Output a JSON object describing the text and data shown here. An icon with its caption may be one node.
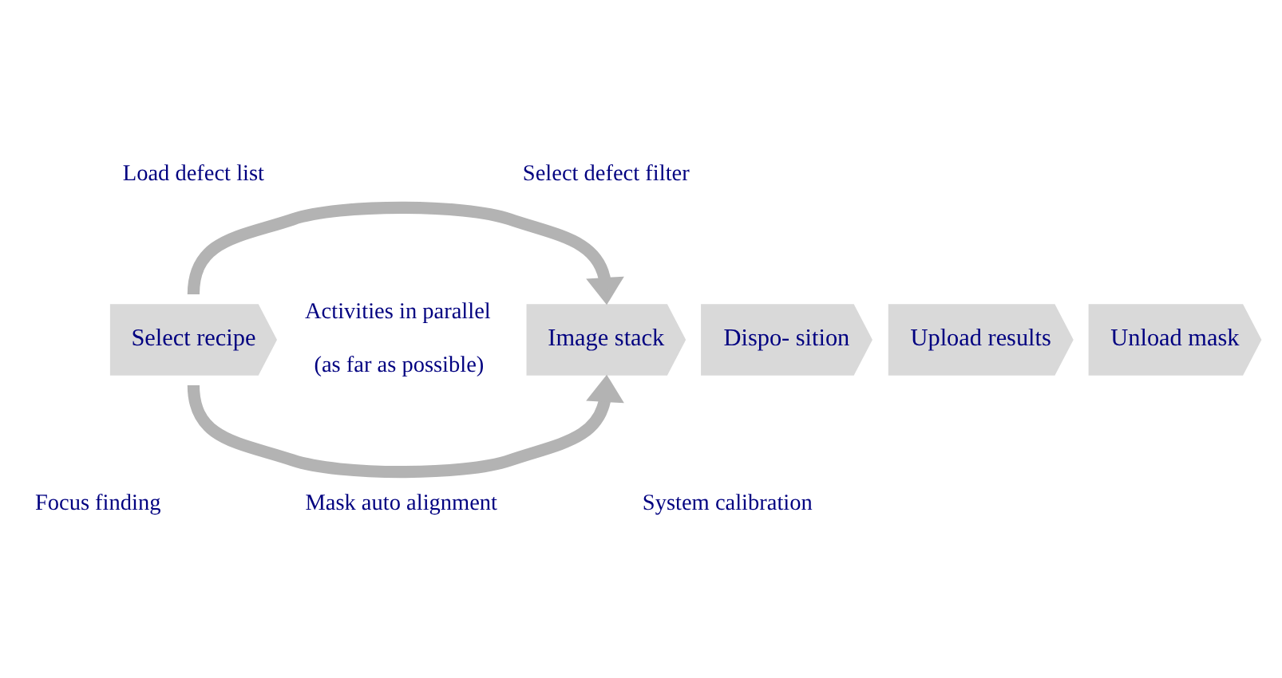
{
  "diagram": {
    "nodes": [
      {
        "text": [
          "Select recipe"
        ]
      },
      {
        "text": [
          "Image stack"
        ]
      },
      {
        "text": [
          "Dispo- sition"
        ]
      },
      {
        "text": [
          "Upload results"
        ]
      },
      {
        "text": [
          "Unload mask"
        ]
      }
    ],
    "edges": [
      {
        "from": 0,
        "to": 1,
        "arrow": "to"
      },
      {
        "from": 0,
        "to": 1,
        "arrow": "to"
      }
    ],
    "labels": [
      "Load defect list",
      "Select defect filter",
      "Activities in parallel",
      "(as far as possible)",
      "Focus finding",
      "Mask auto alignment",
      "System calibration"
    ]
  }
}
